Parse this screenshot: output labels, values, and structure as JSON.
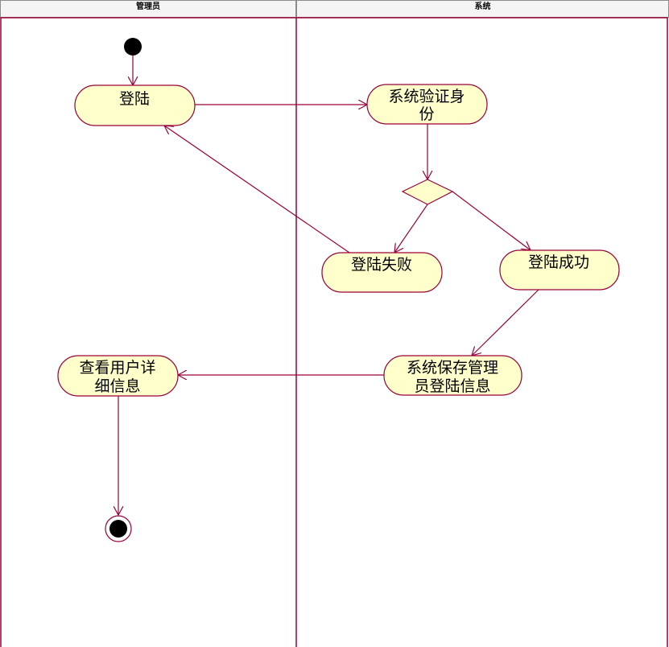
{
  "swimlanes": [
    {
      "name": "管理员"
    },
    {
      "name": "系统"
    }
  ],
  "colors": {
    "line": "#99003a",
    "node_fill": "#ffffcc",
    "header_bg": "#f4f4f4"
  },
  "nodes": {
    "login": {
      "lines": [
        "登陆"
      ]
    },
    "verify": {
      "lines": [
        "系统验证身",
        "份"
      ]
    },
    "fail": {
      "lines": [
        "登陆失败"
      ]
    },
    "success": {
      "lines": [
        "登陆成功"
      ]
    },
    "save": {
      "lines": [
        "系统保存管理",
        "员登陆信息"
      ]
    },
    "view": {
      "lines": [
        "查看用户详",
        "细信息"
      ]
    }
  }
}
